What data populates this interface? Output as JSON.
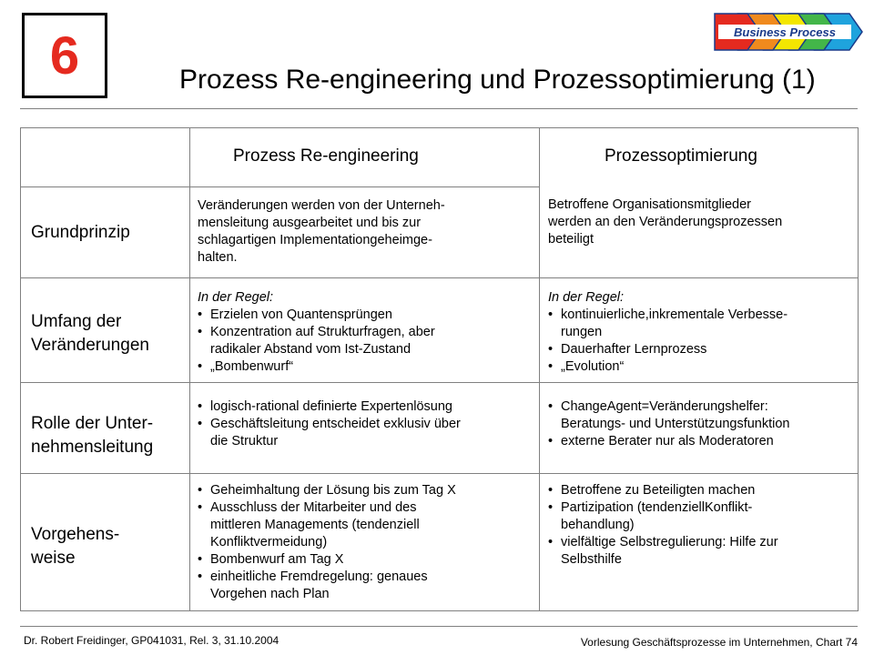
{
  "header": {
    "chapter_number": "6",
    "title": "Prozess Re-engineering und Prozessoptimierung (1)",
    "logo": {
      "text": "Business Process",
      "colors": [
        "#e52a1f",
        "#f08a1d",
        "#f3e600",
        "#43b649",
        "#1fa3dd"
      ]
    }
  },
  "table": {
    "columns": [
      "Prozess Re-engineering",
      "Prozessoptimierung"
    ],
    "rows": [
      {
        "label": [
          "Grundprinzip"
        ],
        "reengineering": {
          "paragraph": [
            "Veränderungen werden von der Unterneh-",
            "mensleitung ausgearbeitet und bis zur",
            "schlagartigen Implementationgeheimge-",
            "halten."
          ]
        },
        "optimierung": {
          "paragraph": [
            "Betroffene Organisationsmitglieder",
            "werden an den Veränderungsprozessen",
            "beteiligt"
          ]
        }
      },
      {
        "label": [
          "Umfang der",
          "Veränderungen"
        ],
        "reengineering": {
          "intro": "In der Regel:",
          "bullets": [
            [
              "Erzielen von Quantensprüngen"
            ],
            [
              "Konzentration auf Strukturfragen, aber",
              "radikaler Abstand vom Ist-Zustand"
            ],
            [
              "„Bombenwurf“"
            ]
          ]
        },
        "optimierung": {
          "intro": "In der Regel:",
          "bullets": [
            [
              "kontinuierliche,inkrementale Verbesse-",
              "rungen"
            ],
            [
              "Dauerhafter Lernprozess"
            ],
            [
              "„Evolution“"
            ]
          ]
        }
      },
      {
        "label": [
          "Rolle der Unter-",
          "nehmensleitung"
        ],
        "reengineering": {
          "bullets": [
            [
              "logisch-rational definierte Expertenlösung"
            ],
            [
              "Geschäftsleitung entscheidet exklusiv über",
              "die Struktur"
            ]
          ]
        },
        "optimierung": {
          "bullets": [
            [
              "ChangeAgent=Veränderungshelfer:",
              "Beratungs- und Unterstützungsfunktion"
            ],
            [
              "externe Berater nur als Moderatoren"
            ]
          ]
        }
      },
      {
        "label": [
          "Vorgehens-",
          "weise"
        ],
        "reengineering": {
          "bullets": [
            [
              "Geheimhaltung der Lösung bis zum Tag X"
            ],
            [
              "Ausschluss der Mitarbeiter und des",
              "mittleren Managements (tendenziell",
              "Konfliktvermeidung)"
            ],
            [
              "Bombenwurf am Tag X"
            ],
            [
              "einheitliche Fremdregelung: genaues",
              "Vorgehen nach Plan"
            ]
          ]
        },
        "optimierung": {
          "bullets": [
            [
              "Betroffene zu Beteiligten machen"
            ],
            [
              "Partizipation (tendenziellKonflikt-",
              "behandlung)"
            ],
            [
              "vielfältige Selbstregulierung: Hilfe zur",
              "Selbsthilfe"
            ]
          ]
        }
      }
    ]
  },
  "footer": {
    "left": "Dr. Robert Freidinger, GP041031, Rel. 3, 31.10.2004",
    "right": "Vorlesung Geschäftsprozesse im Unternehmen,  Chart 74"
  }
}
